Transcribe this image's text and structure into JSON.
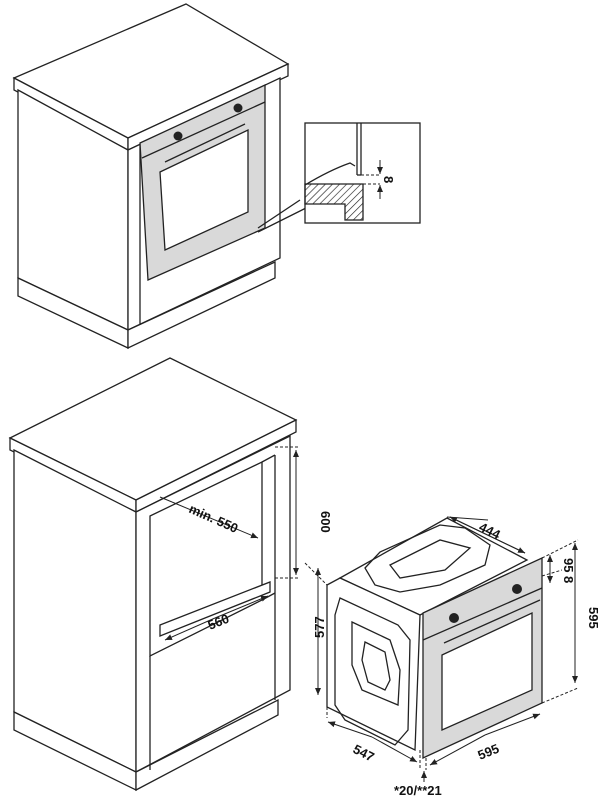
{
  "title": "Built-in oven installation diagram",
  "detail": {
    "gap_label": "8"
  },
  "niche": {
    "depth_label": "min. 550",
    "height_label": "600",
    "width_label": "560"
  },
  "oven": {
    "top_depth_label": "444",
    "panel_label": "95",
    "gap_label": "8",
    "height_label": "595",
    "side_height_label": "577",
    "depth_label": "547",
    "width_label": "595",
    "door_label": "*20/**21"
  }
}
